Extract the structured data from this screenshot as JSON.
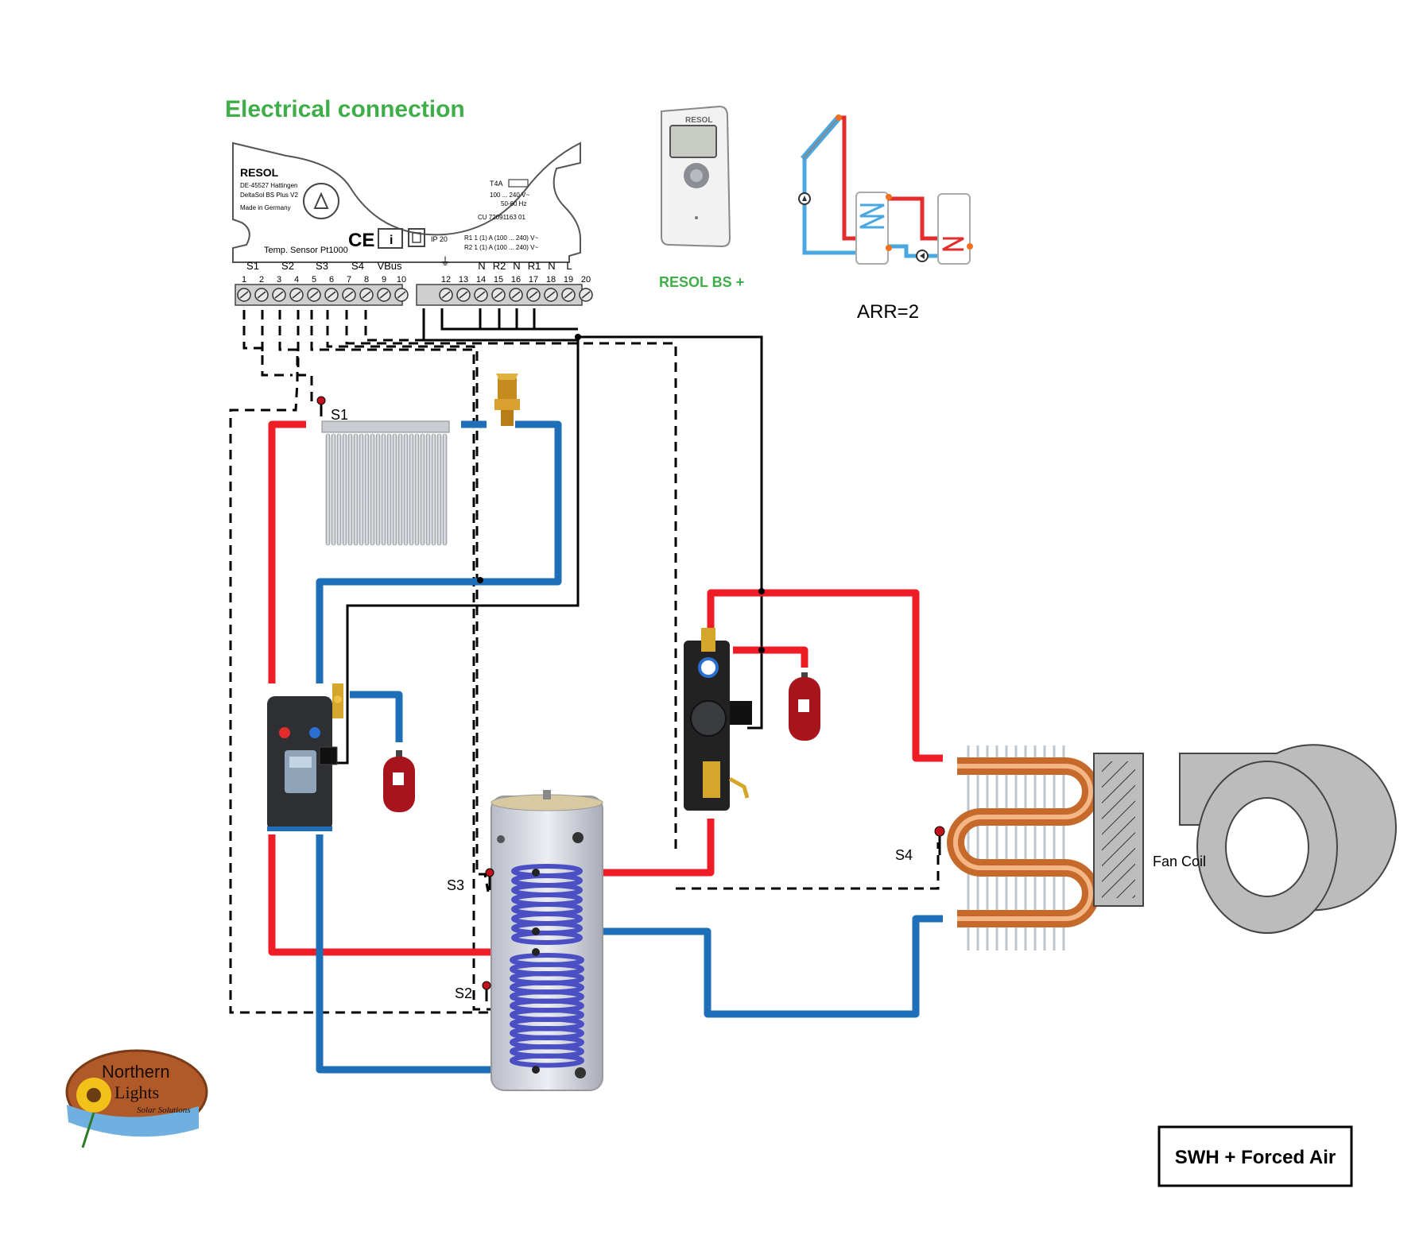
{
  "header": {
    "title": "Electrical connection"
  },
  "controller": {
    "brand": "RESOL",
    "address1": "DE-45527 Hattingen",
    "model": "DeltaSol BS Plus V2",
    "made_in": "Made in Germany",
    "fuse": "T4A",
    "voltage": "100 ... 240 V~",
    "frequency": "50-60 Hz",
    "code": "CU 72091163 01",
    "ip": "IP 20",
    "r1_rating": "R1 1 (1) A (100 ... 240) V~",
    "r2_rating": "R2 1 (1) A (100 ... 240) V~",
    "sensor_caption": "Temp. Sensor Pt1000",
    "terminal_groups": [
      "S1",
      "S2",
      "S3",
      "S4",
      "VBus",
      "N",
      "R2",
      "N",
      "R1",
      "N",
      "L"
    ],
    "terminal_numbers": [
      "1",
      "2",
      "3",
      "4",
      "5",
      "6",
      "7",
      "8",
      "9",
      "10",
      "12",
      "13",
      "14",
      "15",
      "16",
      "17",
      "18",
      "19",
      "20"
    ]
  },
  "product": {
    "name": "RESOL BS +"
  },
  "arrangement": {
    "label": "ARR=2"
  },
  "sensors": {
    "s1": "S1",
    "s2": "S2",
    "s3": "S3",
    "s4": "S4"
  },
  "fan_coil": {
    "label": "Fan Coil"
  },
  "system_label": "SWH + Forced Air",
  "logo": {
    "line1": "Northern",
    "line2": "Lights",
    "line3": "Solar Solutions"
  },
  "colors": {
    "hot": "#ee1c24",
    "cold": "#1f6fb8",
    "wire": "#000000",
    "title_green": "#3fae49"
  }
}
